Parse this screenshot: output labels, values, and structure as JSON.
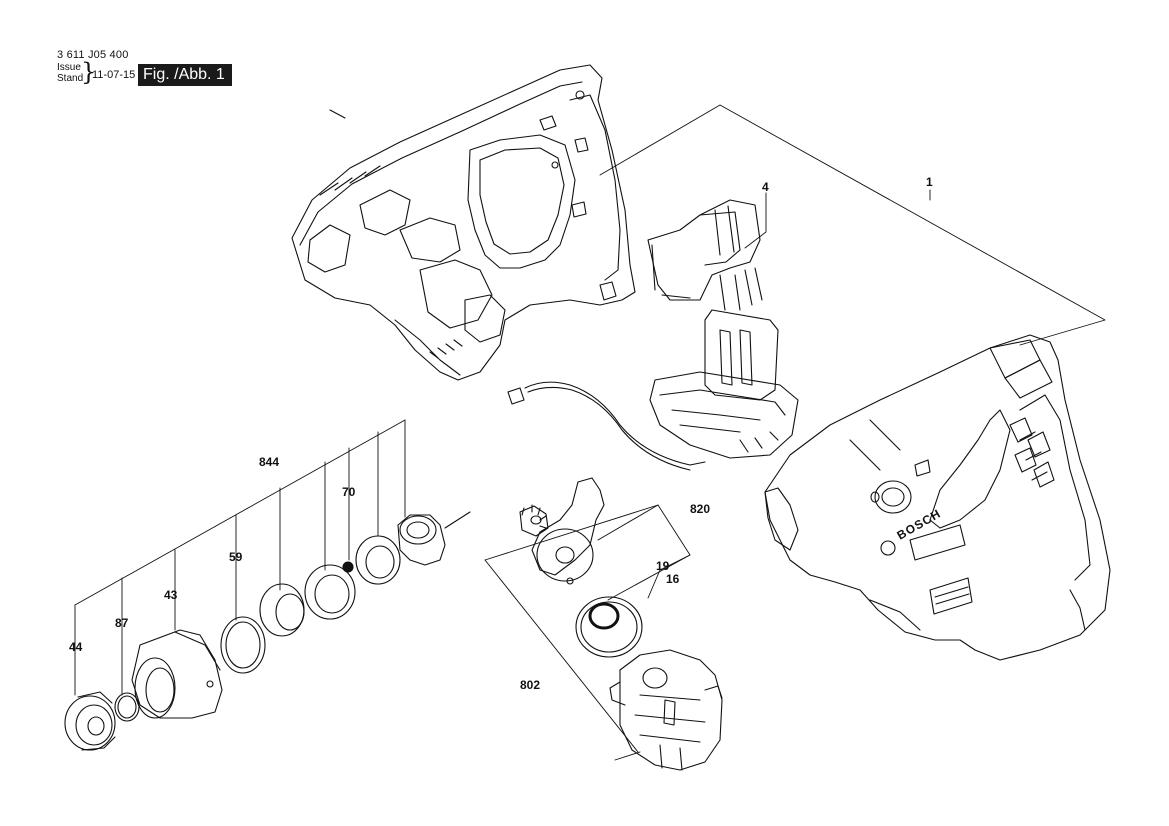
{
  "header": {
    "doc_number": "3 611 J05 400",
    "issue_label": "Issue",
    "stand_label": "Stand",
    "date": "11-07-15",
    "figure_label": "Fig. /Abb. 1"
  },
  "callouts": {
    "c1": "1",
    "c4": "4",
    "c844": "844",
    "c70": "70",
    "c59": "59",
    "c43": "43",
    "c87": "87",
    "c44": "44",
    "c820": "820",
    "c19": "19",
    "c16": "16",
    "c802": "802"
  },
  "brand": {
    "logo_text": "BOSCH"
  },
  "colors": {
    "ink": "#111111",
    "background": "#ffffff",
    "label_fill": "#1a1a1a"
  }
}
